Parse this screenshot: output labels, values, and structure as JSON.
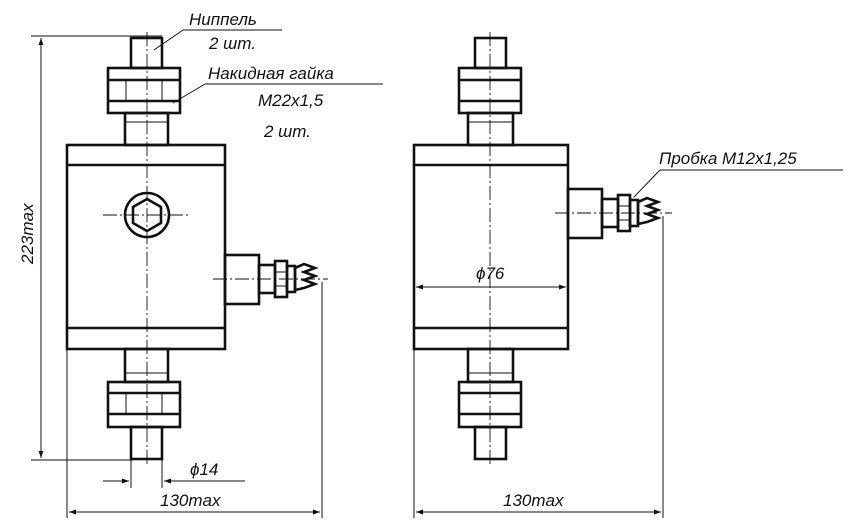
{
  "labels": {
    "nipple": "Ниппель",
    "nipple_qty": "2 шт.",
    "cap_nut": "Накидная гайка",
    "cap_nut_thread": "M22x1,5",
    "cap_nut_qty": "2 шт.",
    "plug": "Пробка M12x1,25"
  },
  "dimensions": {
    "height": "223max",
    "width_left": "130max",
    "width_right": "130max",
    "nipple_diameter": "ϕ14",
    "body_diameter": "ϕ76"
  }
}
